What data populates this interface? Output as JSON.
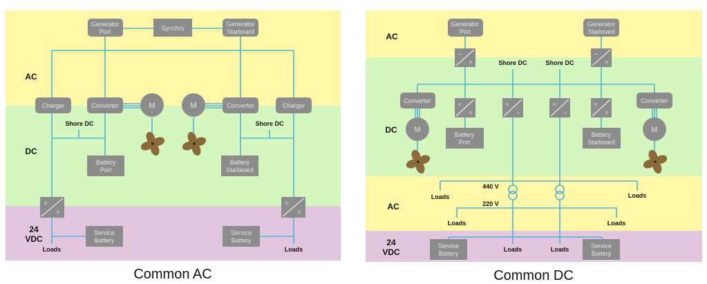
{
  "colors": {
    "ac_zone": "#fff7a8",
    "dc_zone": "#d6f6bf",
    "vdc_zone": "#e2c6dd",
    "wire": "#4fb3d6",
    "box": "#8c8c8c",
    "box_text": "#e6e6e6"
  },
  "common_ac": {
    "caption": "Common AC",
    "zones": {
      "ac": "AC",
      "dc": "DC",
      "vdc_line1": "24",
      "vdc_line2": "VDC"
    },
    "generator_port": [
      "Generator",
      "Port"
    ],
    "synchro": "Synchro",
    "generator_starboard": [
      "Generator",
      "Starboard"
    ],
    "charger": "Charger",
    "converter": "Converter",
    "motor": "M",
    "shore_dc": "Shore DC",
    "battery_port": [
      "Battery",
      "Port"
    ],
    "battery_starboard": [
      "Battery",
      "Starboard"
    ],
    "service_battery": [
      "Service",
      "Battery"
    ],
    "loads": "Loads",
    "dc_dc_symbol": [
      "=",
      "="
    ]
  },
  "common_dc": {
    "caption": "Common DC",
    "zones": {
      "ac_top": "AC",
      "dc": "DC",
      "ac_bottom": "AC",
      "vdc_line1": "24",
      "vdc_line2": "VDC"
    },
    "generator_port": [
      "Generator",
      "Port"
    ],
    "generator_starboard": [
      "Generator",
      "Starboard"
    ],
    "converter": "Converter",
    "motor": "M",
    "shore_dc": "Shore DC",
    "battery_port": [
      "Battery",
      "Port"
    ],
    "battery_starboard": [
      "Battery",
      "Starboard"
    ],
    "service_battery": [
      "Service",
      "Battery"
    ],
    "loads": "Loads",
    "voltage_440": "440 V",
    "voltage_220": "220 V",
    "ac_dc_symbol": [
      "~",
      "="
    ],
    "dc_dc_symbol": [
      "=",
      "="
    ],
    "dc_ac_symbol": [
      "=",
      "~"
    ]
  }
}
